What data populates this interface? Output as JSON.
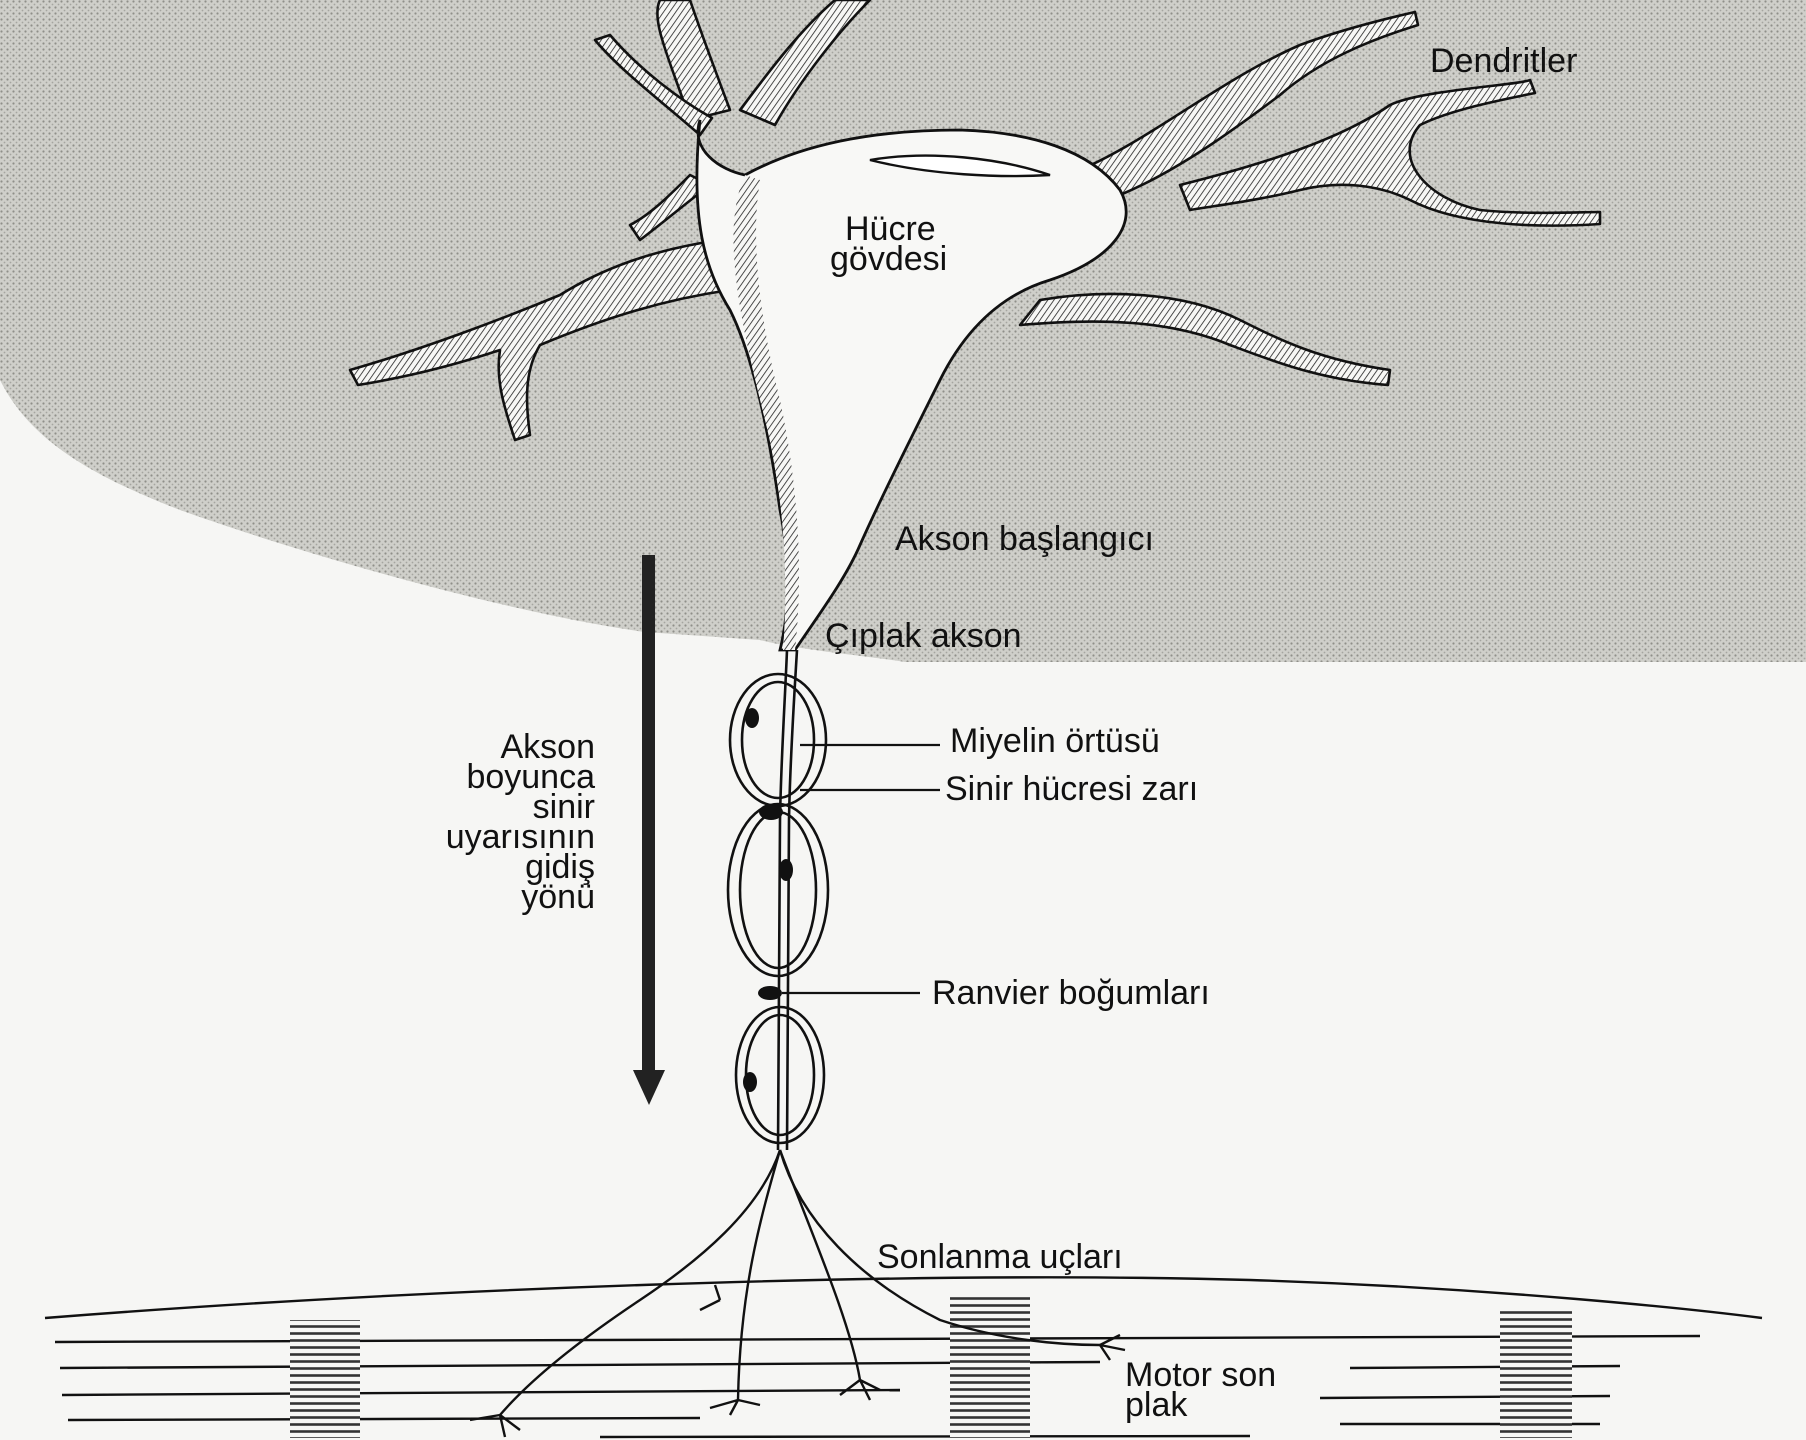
{
  "labels": {
    "dendrites": "Dendritler",
    "cell_body_line1": "Hücre",
    "cell_body_line2": "gövdesi",
    "axon_hillock": "Akson başlangıcı",
    "bare_axon": "Çıplak akson",
    "direction_lines": [
      "Akson",
      "boyunca",
      "sinir",
      "uyarısının",
      "gidiş",
      "yönü"
    ],
    "myelin_sheath": "Miyelin örtüsü",
    "cell_membrane": "Sinir hücresi zarı",
    "nodes_of_ranvier": "Ranvier boğumları",
    "terminal_branches": "Sonlanma uçları",
    "motor_end_plate_line1": "Motor son",
    "motor_end_plate_line2": "plak"
  },
  "colors": {
    "background": "#f6f6f4",
    "stipple_region": "#c9c9c4",
    "ink": "#111111",
    "cell_fill": "#f8f8f6"
  },
  "icons": {
    "direction_arrow": "down-arrow-icon"
  }
}
